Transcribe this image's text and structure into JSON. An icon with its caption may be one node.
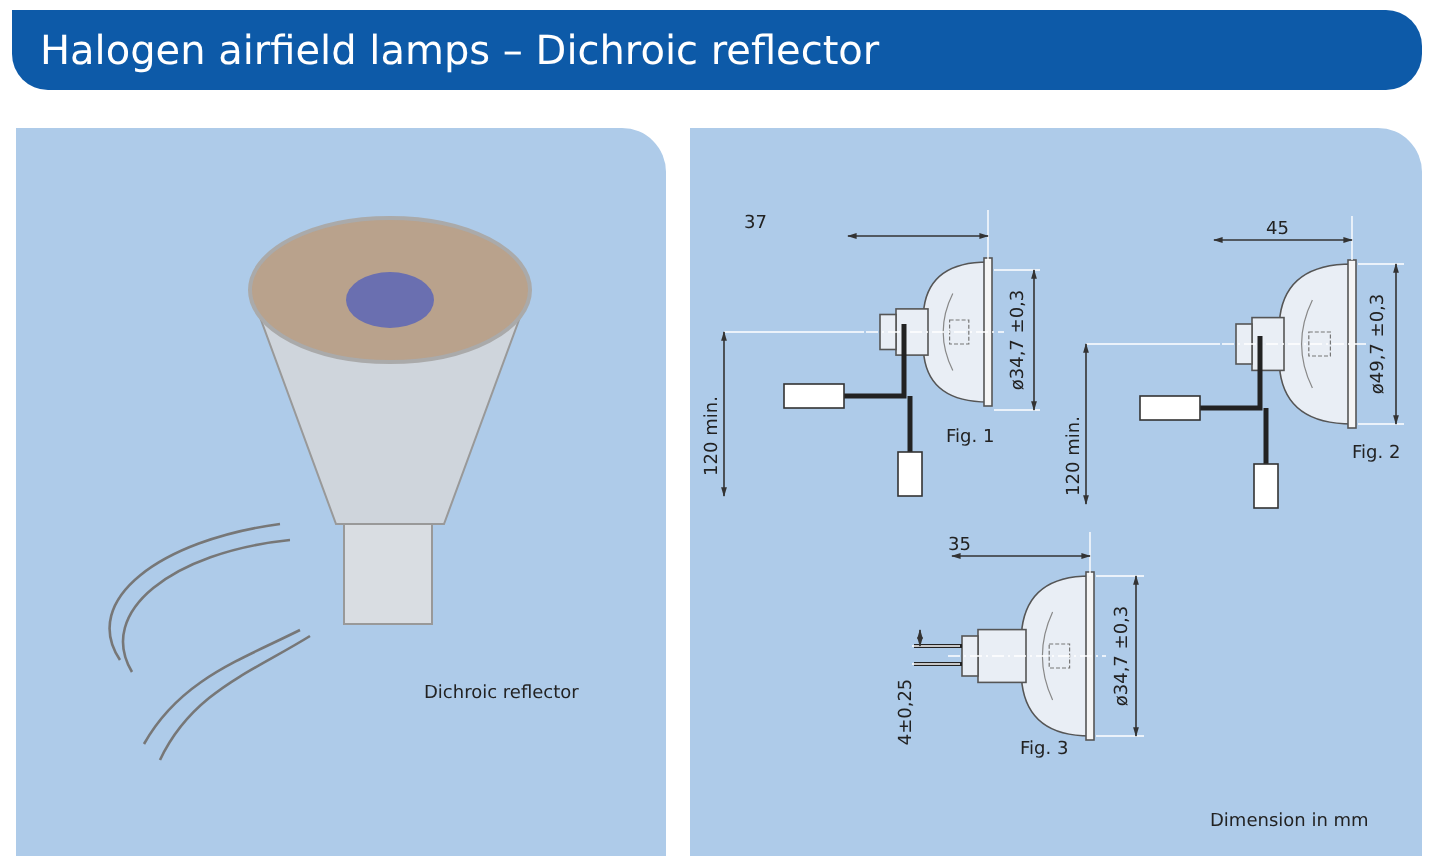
{
  "diagram": {
    "title": "Halogen airfield lamps – Dichroic reflector",
    "labels": [
      "Dichroic reflector",
      "37",
      "ø34,7 ±0,3",
      "120 min.",
      "Fig. 1",
      "45",
      "ø49,7 ±0,3",
      "120 min.",
      "Fig. 2",
      "35",
      "ø34,7 ±0,3",
      "4±0,25",
      "Fig. 3",
      "Dimension in mm"
    ]
  }
}
